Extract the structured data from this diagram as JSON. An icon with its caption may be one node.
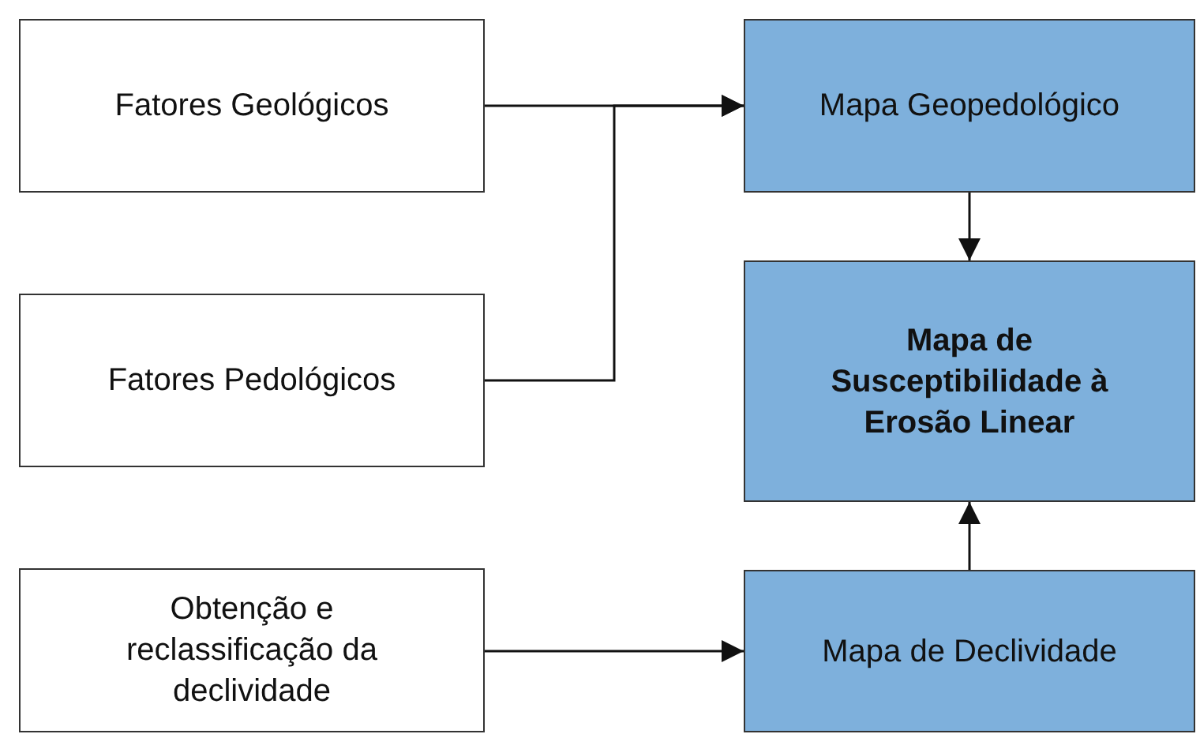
{
  "diagram": {
    "nodes": [
      {
        "text": [
          "Fatores Geológicos"
        ]
      },
      {
        "text": [
          "Fatores Pedológicos"
        ]
      },
      {
        "text": [
          "Obtenção e reclassificação da declividade"
        ]
      },
      {
        "text": [
          "Mapa Geopedológico"
        ]
      },
      {
        "text": [
          "Mapa de Susceptibilidade à Erosão Linear"
        ]
      },
      {
        "text": [
          "Mapa de Declividade"
        ]
      }
    ],
    "edges": [
      {
        "from": 0,
        "to": 3,
        "arrow": "to"
      },
      {
        "from": 1,
        "to": 3,
        "arrow": "to"
      },
      {
        "from": 3,
        "to": 4,
        "arrow": "to"
      },
      {
        "from": 5,
        "to": 4,
        "arrow": "to"
      },
      {
        "from": 2,
        "to": 5,
        "arrow": "to"
      }
    ]
  }
}
